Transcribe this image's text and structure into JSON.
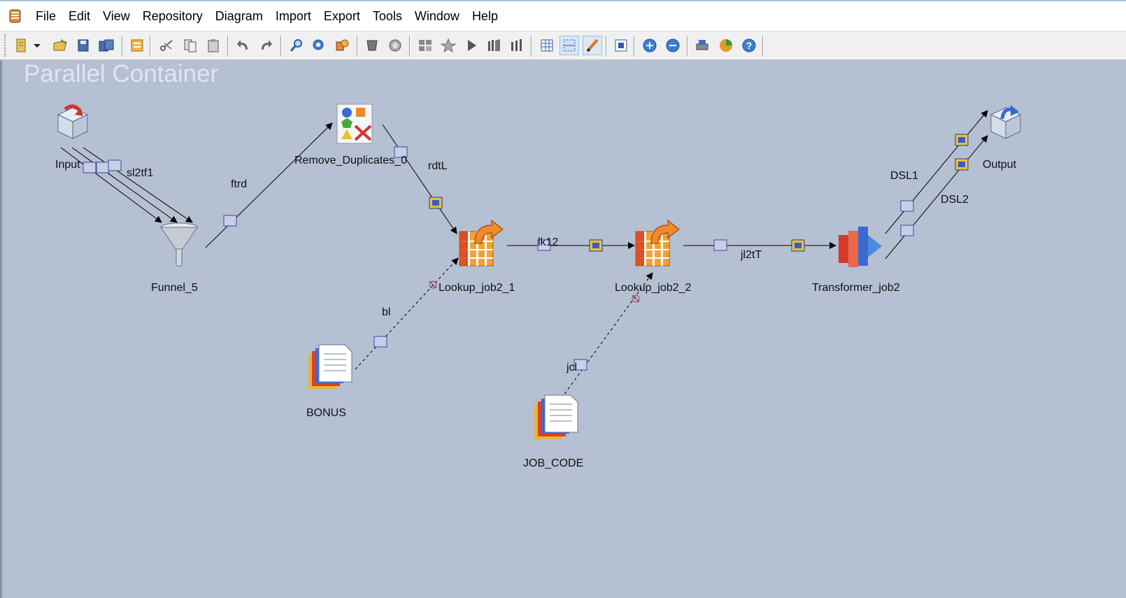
{
  "menu": {
    "items": [
      "File",
      "Edit",
      "View",
      "Repository",
      "Diagram",
      "Import",
      "Export",
      "Tools",
      "Window",
      "Help"
    ]
  },
  "toolbar": {
    "icons": [
      "new-job-icon",
      "dropdown-arrow-icon",
      "open-folder-icon",
      "save-icon",
      "save-all-icon",
      "job-properties-icon",
      "cut-icon",
      "copy-icon",
      "paste-icon",
      "undo-icon",
      "redo-icon",
      "find-icon",
      "zoom-search-icon",
      "compile-icon",
      "run-icon",
      "stop-icon",
      "schedule-icon",
      "director-icon",
      "debug-icon",
      "step-icon",
      "grid-icon",
      "snap-to-grid-icon",
      "annotation-icon",
      "link-marker-icon",
      "zoom-in-icon",
      "zoom-out-icon",
      "print-icon",
      "pie-chart-icon",
      "help-icon"
    ]
  },
  "canvas": {
    "title": "Parallel Container",
    "background": "#b5c0d2"
  },
  "stages": {
    "input": "Input",
    "funnel": "Funnel_5",
    "remove_duplicates": "Remove_Duplicates_0",
    "lookup1": "Lookup_job2_1",
    "lookup2": "Lookup_job2_2",
    "transformer": "Transformer_job2",
    "output": "Output",
    "bonus": "BONUS",
    "job_code": "JOB_CODE"
  },
  "links": {
    "input_funnel": "sl2tf1",
    "funnel_rd": "ftrd",
    "rd_lookup": "rdtL",
    "lookup_lookup": "lk12",
    "lookup_transformer": "jl2tT",
    "bonus_lookup": "bl",
    "jobcode_lookup": "jcl",
    "dsl1": "DSL1",
    "dsl2": "DSL2"
  }
}
